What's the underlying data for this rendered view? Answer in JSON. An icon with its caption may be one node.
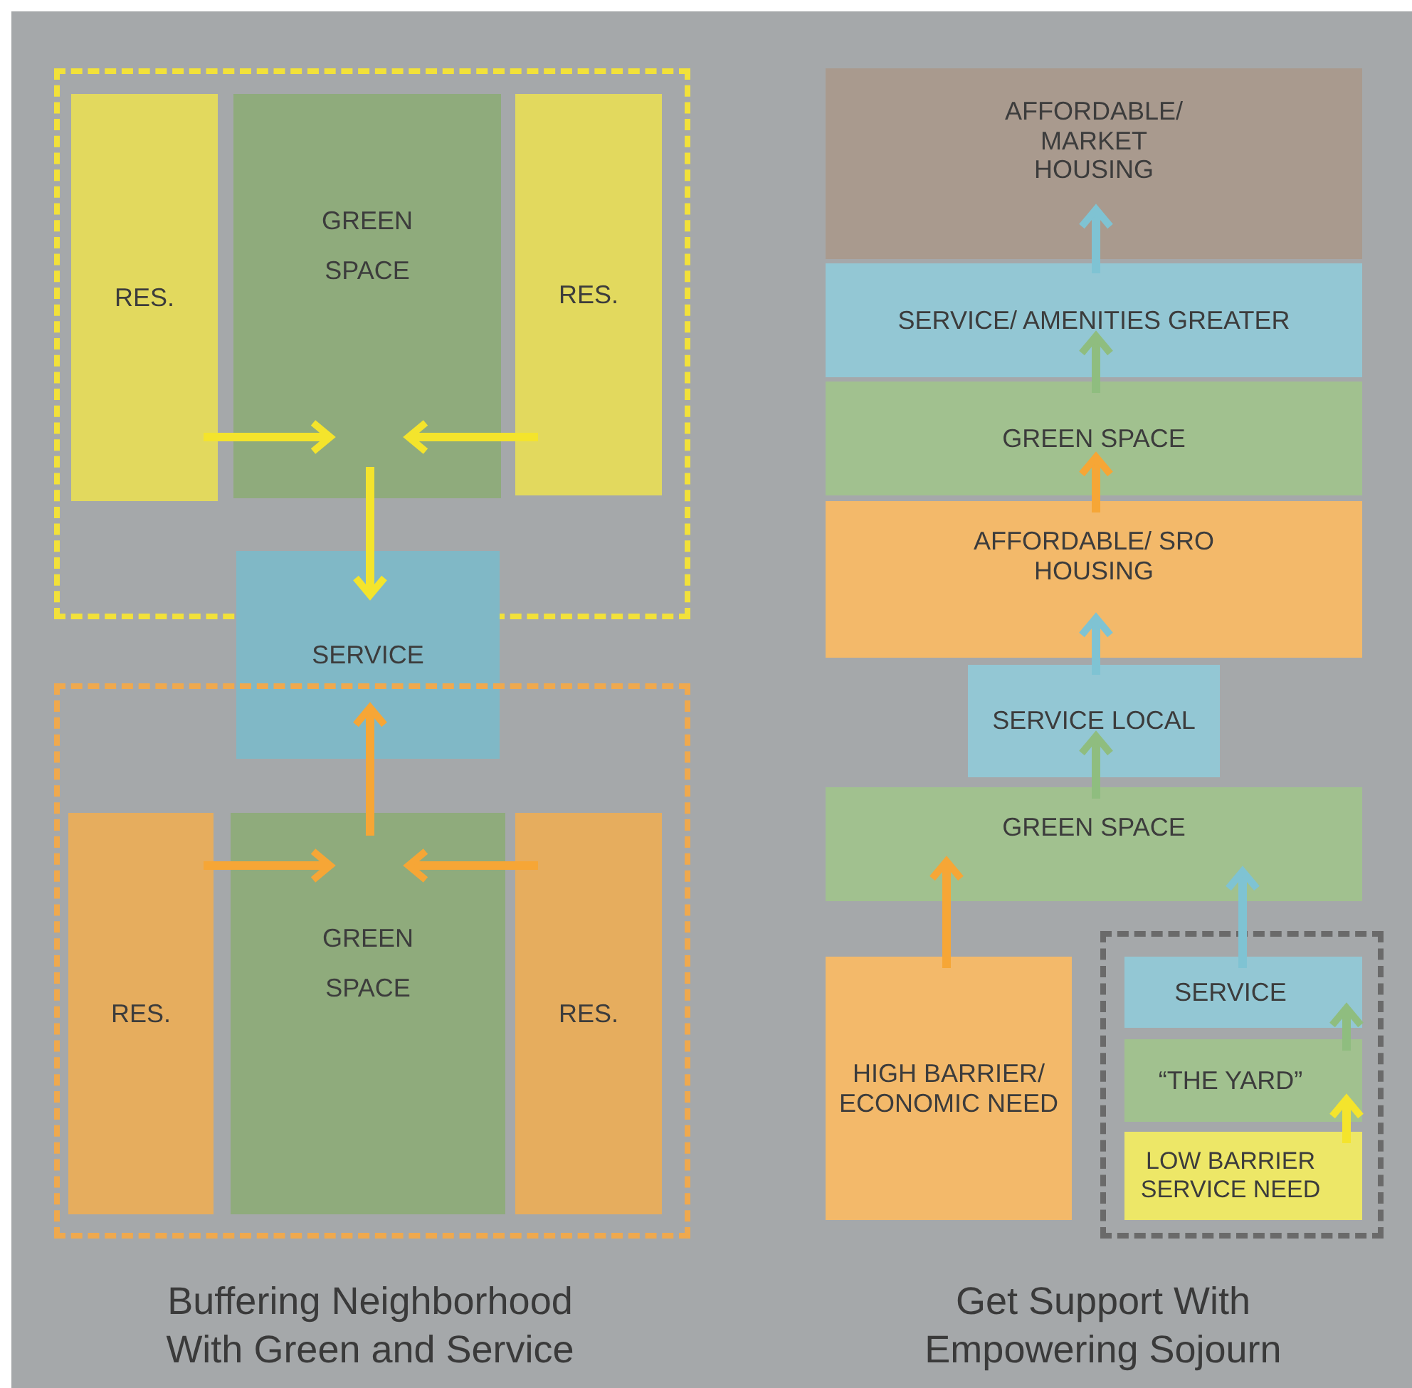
{
  "diagram": {
    "nodes": [
      {
        "text": [],
        "shape": "box"
      },
      {
        "text": [
          "RES."
        ],
        "in": 0
      },
      {
        "text": [
          "GREEN SPACE"
        ],
        "in": 0
      },
      {
        "text": [
          "RES."
        ],
        "in": 0
      },
      {
        "text": [
          "SERVICE"
        ]
      },
      {
        "text": [],
        "shape": "box"
      },
      {
        "text": [
          "RES."
        ],
        "in": 5
      },
      {
        "text": [
          "GREEN SPACE"
        ],
        "in": 5
      },
      {
        "text": [
          "RES."
        ],
        "in": 5
      },
      {
        "text": [
          "AFFORDABLE/ MARKET HOUSING"
        ]
      },
      {
        "text": [
          "SERVICE/ AMENITIES GREATER"
        ]
      },
      {
        "text": [
          "GREEN SPACE"
        ]
      },
      {
        "text": [
          "AFFORDABLE/ SRO HOUSING"
        ]
      },
      {
        "text": [
          "SERVICE LOCAL"
        ]
      },
      {
        "text": [
          "GREEN SPACE"
        ]
      },
      {
        "text": [
          "HIGH BARRIER/ ECONOMIC NEED"
        ]
      },
      {
        "text": [],
        "shape": "box"
      },
      {
        "text": [
          "SERVICE"
        ],
        "in": 16
      },
      {
        "text": [
          "“THE YARD”"
        ],
        "in": 16
      },
      {
        "text": [
          "LOW BARRIER SERVICE NEED"
        ],
        "in": 16
      }
    ],
    "edges": [
      {
        "from": 1,
        "to": 2,
        "arrow": "to",
        "color": "#f4e42c"
      },
      {
        "from": 3,
        "to": 2,
        "arrow": "to",
        "color": "#f4e42c"
      },
      {
        "from": 2,
        "to": 4,
        "arrow": "to",
        "color": "#f4e42c"
      },
      {
        "from": 7,
        "to": 4,
        "arrow": "to",
        "color": "#f6a636"
      },
      {
        "from": 6,
        "to": 7,
        "arrow": "to",
        "color": "#f6a636"
      },
      {
        "from": 8,
        "to": 7,
        "arrow": "to",
        "color": "#f6a636"
      },
      {
        "from": 10,
        "to": 9,
        "arrow": "to",
        "color": "#7fc3d3"
      },
      {
        "from": 11,
        "to": 10,
        "arrow": "to",
        "color": "#8fbd7f"
      },
      {
        "from": 12,
        "to": 11,
        "arrow": "to",
        "color": "#f6a636"
      },
      {
        "from": 13,
        "to": 12,
        "arrow": "to",
        "color": "#7fc3d3"
      },
      {
        "from": 14,
        "to": 13,
        "arrow": "to",
        "color": "#8fbd7f"
      },
      {
        "from": 15,
        "to": 14,
        "arrow": "to",
        "color": "#f6a636"
      },
      {
        "from": 17,
        "to": 14,
        "arrow": "to",
        "color": "#7fc3d3"
      },
      {
        "from": 18,
        "to": 17,
        "arrow": "to",
        "color": "#8fbd7f"
      },
      {
        "from": 19,
        "to": 18,
        "arrow": "to",
        "color": "#f4e42c"
      }
    ],
    "labels": [
      "Buffering Neighborhood With Green and Service",
      "Get Support With Empowering Sojourn"
    ]
  }
}
